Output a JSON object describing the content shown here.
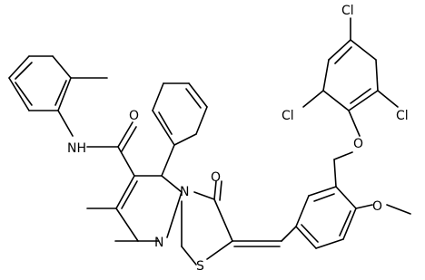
{
  "atom_labels": {
    "cl_top": "Cl",
    "cl_left": "Cl",
    "cl_right": "Cl",
    "o_ether": "O",
    "o_amide": "O",
    "nh": "NH",
    "o_methoxy": "O",
    "n_ring": "N",
    "o_keto": "O",
    "n_lower": "N",
    "s": "S"
  }
}
